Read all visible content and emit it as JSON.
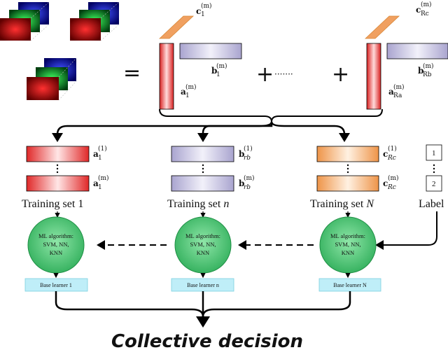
{
  "decomposition": {
    "equals": "=",
    "plus_left": "+",
    "dots": "·······",
    "plus_right": "+",
    "c1": {
      "base": "c",
      "sub": "1",
      "sup": "(m)"
    },
    "b1": {
      "base": "b",
      "sub": "1",
      "sup": "(m)"
    },
    "a1": {
      "base": "a",
      "sub": "1",
      "sup": "(m)"
    },
    "cR": {
      "base": "c",
      "sub": "Rc",
      "sup": "(m)"
    },
    "bR": {
      "base": "b",
      "sub": "Rb",
      "sup": "(m)"
    },
    "aR": {
      "base": "a",
      "sub": "Ra",
      "sup": "(m)"
    }
  },
  "training_sets": [
    {
      "top": {
        "base": "a",
        "sub": "1",
        "sup": "(1)"
      },
      "bottom": {
        "base": "a",
        "sub": "1",
        "sup": "(m)"
      },
      "label_text": "Training set ",
      "label_var": "1"
    },
    {
      "top": {
        "base": "b",
        "sub": "rb",
        "sup": "(1)"
      },
      "bottom": {
        "base": "b",
        "sub": "rb",
        "sup": "(m)"
      },
      "label_text": "Training set ",
      "label_var": "n"
    },
    {
      "top": {
        "base": "c",
        "sub": "Rc",
        "sup": "(1)"
      },
      "bottom": {
        "base": "c",
        "sub": "Rc",
        "sup": "(m)"
      },
      "label_text": "Training set ",
      "label_var": "N"
    }
  ],
  "labels": {
    "title": "Label",
    "top_value": "1",
    "bottom_value": "2"
  },
  "ml_nodes": [
    {
      "line1": "ML algorithm:",
      "line2": "SVM, NN,",
      "line3": "KNN"
    },
    {
      "line1": "ML algorithm:",
      "line2": "SVM, NN,",
      "line3": "KNN"
    },
    {
      "line1": "ML algorithm:",
      "line2": "SVM, NN,",
      "line3": "KNN"
    }
  ],
  "base_learners": [
    "Base learner 1",
    "Base learner n",
    "Base learner N"
  ],
  "output": "Collective decision",
  "colors": {
    "red": "#e03838",
    "lavender": "#b7b3d6",
    "orange": "#f0a060",
    "green": "#3fbf6a",
    "cyan": "#bfeef8"
  }
}
